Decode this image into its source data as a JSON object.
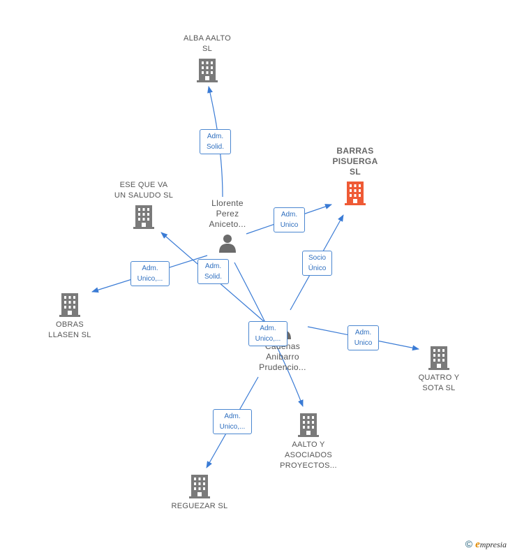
{
  "colors": {
    "edge": "#3a7bd5",
    "building": "#7a7a7a",
    "focus": "#ef5a35",
    "person": "#6b6b6b"
  },
  "nodes": {
    "alba": {
      "label": "ALBA AALTO\nSL",
      "kind": "company"
    },
    "barras": {
      "label": "BARRAS\nPISUERGA\nSL",
      "kind": "company-focus"
    },
    "ese": {
      "label": "ESE QUE VA\nUN SALUDO SL",
      "kind": "company"
    },
    "obras": {
      "label": "OBRAS\nLLASEN  SL",
      "kind": "company"
    },
    "quatro": {
      "label": "QUATRO Y\nSOTA  SL",
      "kind": "company"
    },
    "aalto": {
      "label": "AALTO Y\nASOCIADOS\nPROYECTOS...",
      "kind": "company"
    },
    "reguezar": {
      "label": "REGUEZAR  SL",
      "kind": "company"
    },
    "llorente": {
      "label": "Llorente\nPerez\nAniceto...",
      "kind": "person"
    },
    "cadenas": {
      "label": "Cadenas\nAnibarro\nPrudencio...",
      "kind": "person"
    }
  },
  "edge_labels": {
    "e1": "Adm.\nSolid.",
    "e2": "Adm.\nUnico",
    "e3": "Adm.\nUnico,...",
    "e4": "Adm.\nSolid.",
    "e5": "Socio\nÚnico",
    "e6": "Adm.\nUnico,...",
    "e7": "Adm.\nUnico",
    "e8": "Adm.\nUnico,..."
  },
  "footer": {
    "copyright": "©",
    "brand_initial": "e",
    "brand_rest": "mpresia"
  }
}
